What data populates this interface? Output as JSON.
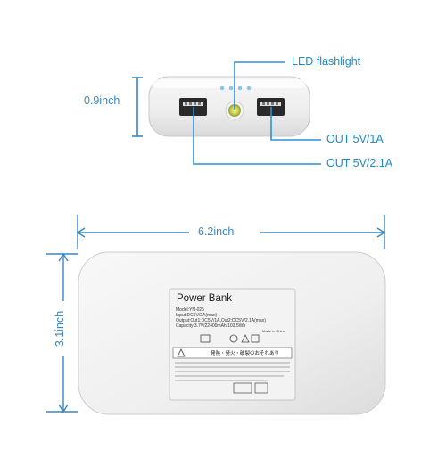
{
  "callouts": {
    "led": "LED flashlight",
    "out1": "OUT 5V/1A",
    "out2": "OUT 5V/2.1A"
  },
  "dimensions": {
    "thickness": "0.9inch",
    "length": "6.2inch",
    "width": "3.1inch"
  },
  "label": {
    "title": "Power Bank",
    "model": "Model:YN-025",
    "input": "Input:DC5V/2A(max)",
    "output": "Output:Out1:DC5V/1A,Out2:DC5V/2.1A(max)",
    "capacity": "Capacity:3.7V/22400mAh/103.5Wh",
    "made_in": "Made in China",
    "warning_heading": "発熱・発火・破裂のおそれあり"
  },
  "colors": {
    "callout_line": "#2f8fd6",
    "callout_text": "#1e88cc",
    "dimension": "#3a86c0",
    "device_body": "#eeeeee"
  }
}
